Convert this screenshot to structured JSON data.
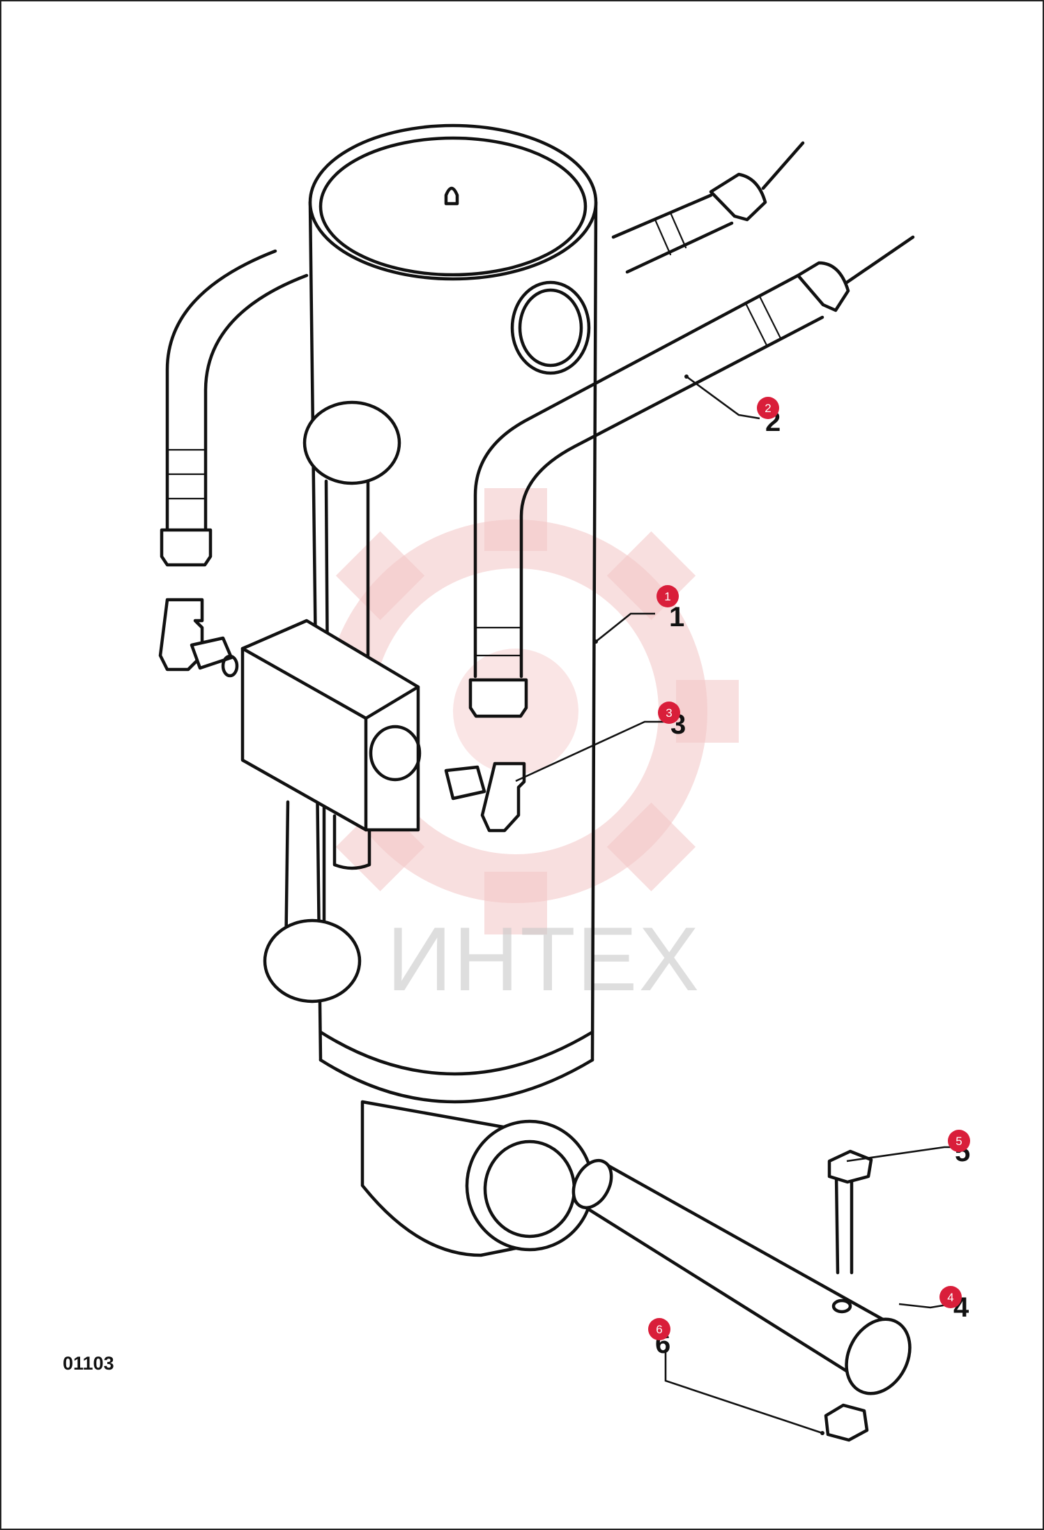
{
  "diagram_code": "01103",
  "watermark": {
    "text": "ИНТЕХ",
    "gear_color": "#f3c5c5"
  },
  "badge_color": "#d91e3a",
  "callouts": [
    {
      "id": "1",
      "label": "1",
      "badge": "1"
    },
    {
      "id": "2",
      "label": "2",
      "badge": "2"
    },
    {
      "id": "3",
      "label": "3",
      "badge": "3"
    },
    {
      "id": "4",
      "label": "4",
      "badge": "4"
    },
    {
      "id": "5",
      "label": "5",
      "badge": "5"
    },
    {
      "id": "6",
      "label": "6",
      "badge": "6"
    }
  ]
}
